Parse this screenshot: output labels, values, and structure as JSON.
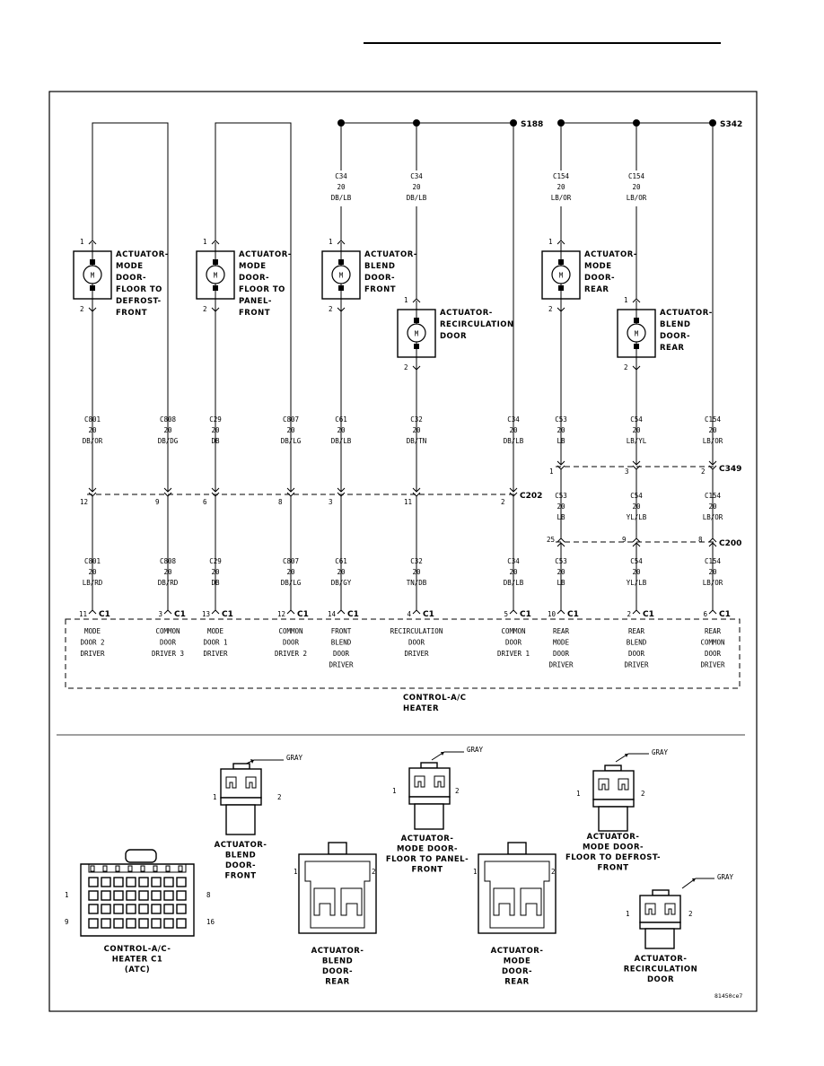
{
  "splices": [
    "S188",
    "S342"
  ],
  "actuators": [
    {
      "lines": [
        "ACTUATOR-",
        "MODE",
        "DOOR-",
        "FLOOR TO",
        "DEFROST-",
        "FRONT"
      ]
    },
    {
      "lines": [
        "ACTUATOR-",
        "MODE",
        "DOOR-",
        "FLOOR TO",
        "PANEL-",
        "FRONT"
      ]
    },
    {
      "lines": [
        "ACTUATOR-",
        "BLEND",
        "DOOR-",
        "FRONT"
      ]
    },
    {
      "lines": [
        "ACTUATOR-",
        "RECIRCULATION",
        "DOOR"
      ]
    },
    {
      "lines": [
        "ACTUATOR-",
        "MODE",
        "DOOR-",
        "REAR"
      ]
    },
    {
      "lines": [
        "ACTUATOR-",
        "BLEND",
        "DOOR-",
        "REAR"
      ]
    }
  ],
  "motor_symbol": "M",
  "top_wires": [
    {
      "lines": [
        "C34",
        "20",
        "DB/LB"
      ]
    },
    {
      "lines": [
        "C34",
        "20",
        "DB/LB"
      ]
    },
    {
      "lines": [
        "C154",
        "20",
        "LB/OR"
      ]
    },
    {
      "lines": [
        "C154",
        "20",
        "LB/OR"
      ]
    }
  ],
  "mid_wires": [
    {
      "lines": [
        "C801",
        "20",
        "DB/OR"
      ]
    },
    {
      "lines": [
        "C808",
        "20",
        "DB/DG"
      ]
    },
    {
      "lines": [
        "C29",
        "20",
        "DB"
      ]
    },
    {
      "lines": [
        "C807",
        "20",
        "DB/LG"
      ]
    },
    {
      "lines": [
        "C61",
        "20",
        "DB/LB"
      ]
    },
    {
      "lines": [
        "C32",
        "20",
        "DB/TN"
      ]
    },
    {
      "lines": [
        "C34",
        "20",
        "DB/LB"
      ]
    },
    {
      "lines": [
        "C53",
        "20",
        "LB"
      ]
    },
    {
      "lines": [
        "C54",
        "20",
        "LB/YL"
      ]
    },
    {
      "lines": [
        "C154",
        "20",
        "LB/OR"
      ]
    }
  ],
  "rear_wires": [
    {
      "lines": [
        "C53",
        "20",
        "LB"
      ]
    },
    {
      "lines": [
        "C54",
        "20",
        "YL/LB"
      ]
    },
    {
      "lines": [
        "C154",
        "20",
        "LB/OR"
      ]
    }
  ],
  "low_wires": [
    {
      "lines": [
        "C801",
        "20",
        "LB/RD"
      ]
    },
    {
      "lines": [
        "C808",
        "20",
        "DB/RD"
      ]
    },
    {
      "lines": [
        "C29",
        "20",
        "DB"
      ]
    },
    {
      "lines": [
        "C807",
        "20",
        "DB/LG"
      ]
    },
    {
      "lines": [
        "C61",
        "20",
        "DB/GY"
      ]
    },
    {
      "lines": [
        "C32",
        "20",
        "TN/DB"
      ]
    },
    {
      "lines": [
        "C34",
        "20",
        "DB/LB"
      ]
    },
    {
      "lines": [
        "C53",
        "20",
        "LB"
      ]
    },
    {
      "lines": [
        "C54",
        "20",
        "YL/LB"
      ]
    },
    {
      "lines": [
        "C154",
        "20",
        "LB/OR"
      ]
    }
  ],
  "connectors": {
    "c202": {
      "name": "C202",
      "pins": [
        "12",
        "9",
        "6",
        "8",
        "3",
        "11",
        "2"
      ]
    },
    "c349": {
      "name": "C349",
      "pins": [
        "1",
        "3",
        "2"
      ]
    },
    "c200": {
      "name": "C200",
      "pins": [
        "25",
        "9",
        "8"
      ]
    },
    "c1": {
      "name": "C1",
      "pins": [
        "11",
        "3",
        "13",
        "12",
        "14",
        "4",
        "5",
        "10",
        "2",
        "6"
      ]
    }
  },
  "c1_functions": [
    {
      "lines": [
        "MODE",
        "DOOR 2",
        "DRIVER"
      ]
    },
    {
      "lines": [
        "COMMON",
        "DOOR",
        "DRIVER 3"
      ]
    },
    {
      "lines": [
        "MODE",
        "DOOR 1",
        "DRIVER"
      ]
    },
    {
      "lines": [
        "COMMON",
        "DOOR",
        "DRIVER 2"
      ]
    },
    {
      "lines": [
        "FRONT",
        "BLEND",
        "DOOR",
        "DRIVER"
      ]
    },
    {
      "lines": [
        "RECIRCULATION",
        "DOOR",
        "DRIVER"
      ]
    },
    {
      "lines": [
        "COMMON",
        "DOOR",
        "DRIVER 1"
      ]
    },
    {
      "lines": [
        "REAR",
        "MODE",
        "DOOR",
        "DRIVER"
      ]
    },
    {
      "lines": [
        "REAR",
        "BLEND",
        "DOOR",
        "DRIVER"
      ]
    },
    {
      "lines": [
        "REAR",
        "COMMON",
        "DOOR",
        "DRIVER"
      ]
    }
  ],
  "module_label": [
    "CONTROL-A/C",
    "HEATER"
  ],
  "connector_views": {
    "color_label": "GRAY",
    "pin_numbers": [
      "1",
      "2",
      "8",
      "9",
      "16"
    ],
    "labels": {
      "blend_front": [
        "ACTUATOR-",
        "BLEND",
        "DOOR-",
        "FRONT"
      ],
      "floor_panel": [
        "ACTUATOR-",
        "MODE DOOR-",
        "FLOOR TO PANEL-",
        "FRONT"
      ],
      "floor_defrost": [
        "ACTUATOR-",
        "MODE DOOR-",
        "FLOOR TO DEFROST-",
        "FRONT"
      ],
      "control_c1": [
        "CONTROL-A/C-",
        "HEATER C1",
        "(ATC)"
      ],
      "blend_rear": [
        "ACTUATOR-",
        "BLEND",
        "DOOR-",
        "REAR"
      ],
      "mode_rear": [
        "ACTUATOR-",
        "MODE",
        "DOOR-",
        "REAR"
      ],
      "recirc": [
        "ACTUATOR-",
        "RECIRCULATION",
        "DOOR"
      ]
    }
  },
  "figure_id": "81450ce7"
}
